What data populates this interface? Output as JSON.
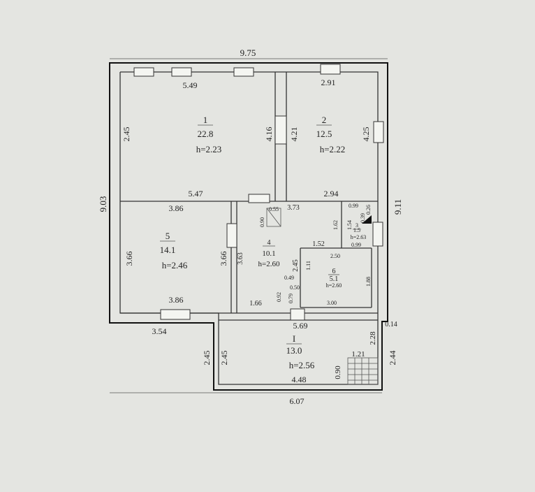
{
  "rooms": {
    "r1": {
      "number": "1",
      "area": "22.8",
      "height": "h=2.23"
    },
    "r2": {
      "number": "2",
      "area": "12.5",
      "height": "h=2.22"
    },
    "r3": {
      "number": "3",
      "area": "1.5",
      "height": "h=2.63"
    },
    "r4": {
      "number": "4",
      "area": "10.1",
      "height": "h=2.60"
    },
    "r5": {
      "number": "5",
      "area": "14.1",
      "height": "h=2.46"
    },
    "r6": {
      "number": "6",
      "area": "5.1",
      "height": "h=2.60"
    },
    "rI": {
      "number": "I",
      "area": "13.0",
      "height": "h=2.56"
    }
  },
  "dimensions": {
    "top_overall": "9.75",
    "left_overall": "9.03",
    "right_overall": "9.11",
    "bottom_annex": "6.07",
    "bottom_left": "3.54",
    "annex_left_outer": "2.45",
    "annex_right_outer": "2.44",
    "annex_step": "0.14",
    "r1_top": "5.49",
    "r1_bottom": "5.47",
    "r1_left": "2.45",
    "r1_right": "4.16",
    "r2_top": "2.91",
    "r2_bottom": "2.94",
    "r2_left": "4.21",
    "r2_right": "4.25",
    "r5_top": "3.86",
    "r5_bottom": "3.86",
    "r5_left": "3.66",
    "r5_right": "3.66",
    "r4_top": "3.73",
    "r4_left": "3.63",
    "r4_bottom": "1.66",
    "r4_inner": "1.52",
    "r4_small_a": "0.55",
    "r4_small_b": "0.90",
    "r4_small_c": "0.92",
    "r3_top": "0.99",
    "r3_bottom": "0.99",
    "r3_left": "1.62",
    "r3_right": "1.54",
    "r3_a": "0.26",
    "r3_b": "0.39",
    "r6_top": "2.50",
    "r6_bottom": "3.00",
    "r6_right": "1.88",
    "r6_left": "2.45",
    "r6_a": "1.11",
    "r6_b": "0.49",
    "r6_c": "0.50",
    "r6_d": "0.79",
    "rI_top": "5.69",
    "rI_left": "2.45",
    "rI_right": "2.28",
    "rI_bottom": "4.48",
    "stair_width": "1.21",
    "stair_depth": "0.90"
  }
}
